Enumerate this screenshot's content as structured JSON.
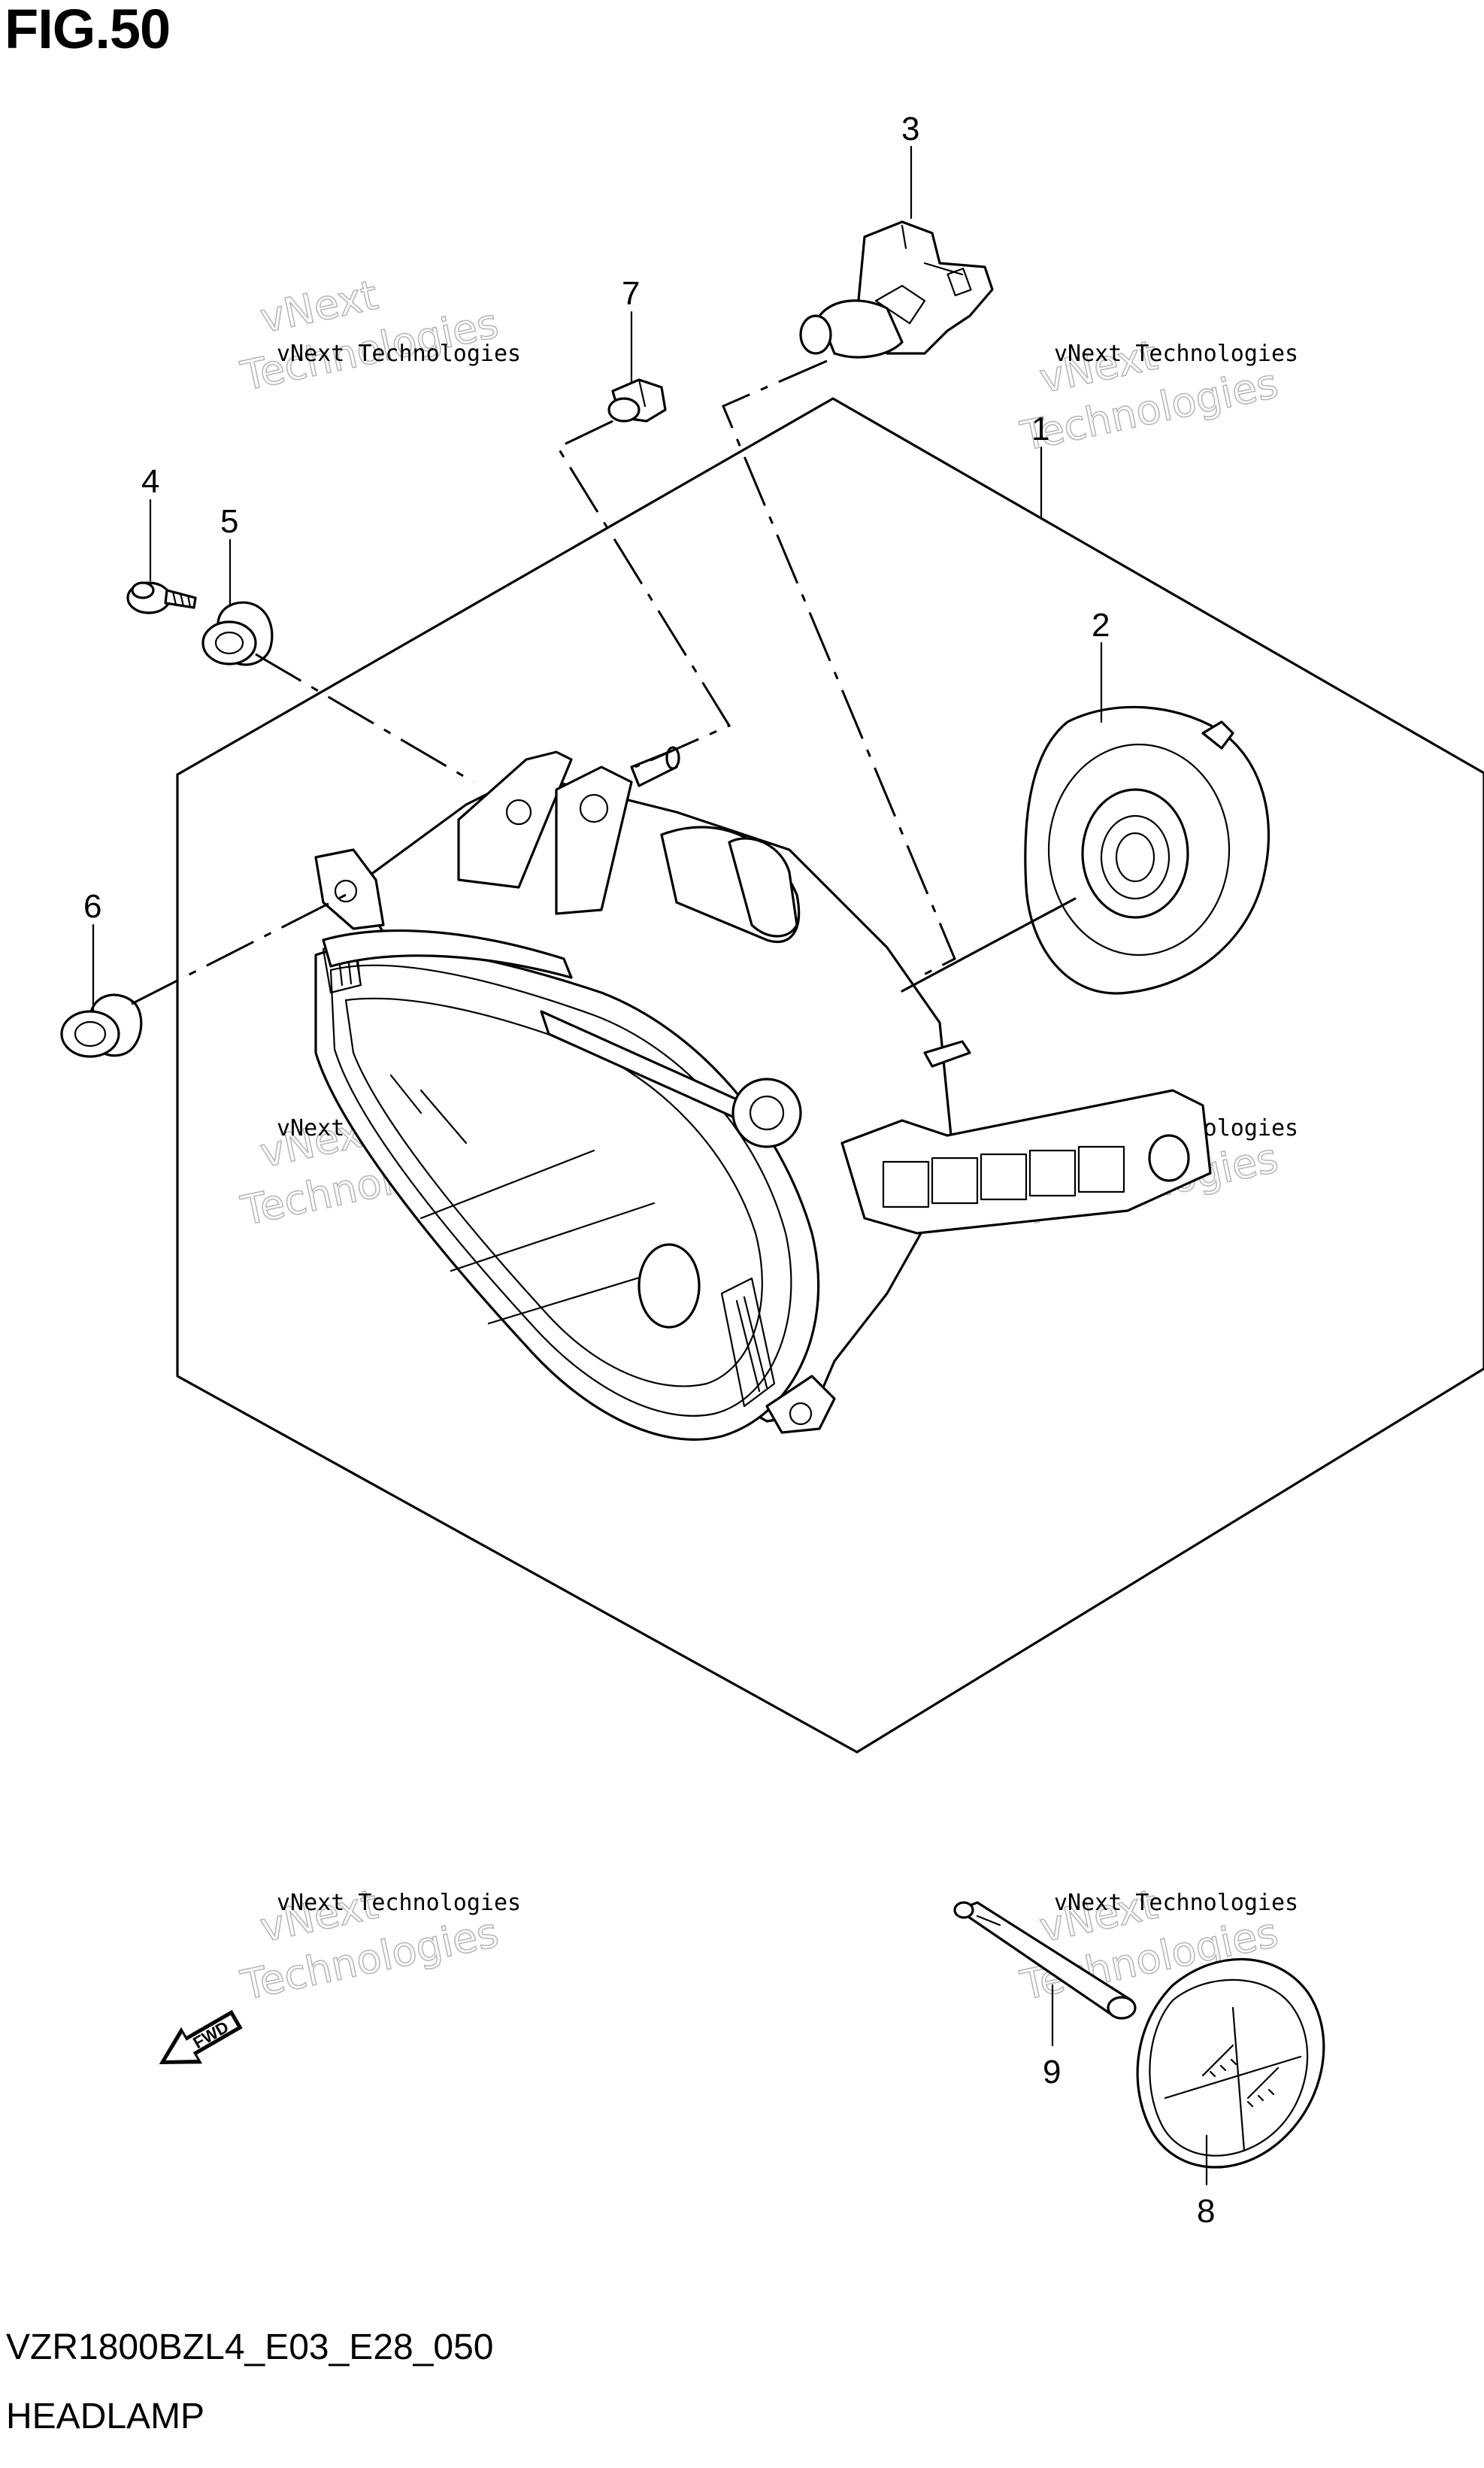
{
  "figure_title": "FIG.50",
  "diagram_code": "VZR1800BZL4_E03_E28_050",
  "caption": "HEADLAMP",
  "fwd_label": "FWD",
  "watermark": {
    "line1": "vNext Technologies",
    "line2": "vNext",
    "line3": "Technologies"
  },
  "parts": [
    {
      "ref": "1"
    },
    {
      "ref": "2"
    },
    {
      "ref": "3"
    },
    {
      "ref": "4"
    },
    {
      "ref": "5"
    },
    {
      "ref": "6"
    },
    {
      "ref": "7"
    },
    {
      "ref": "8"
    },
    {
      "ref": "9"
    }
  ]
}
